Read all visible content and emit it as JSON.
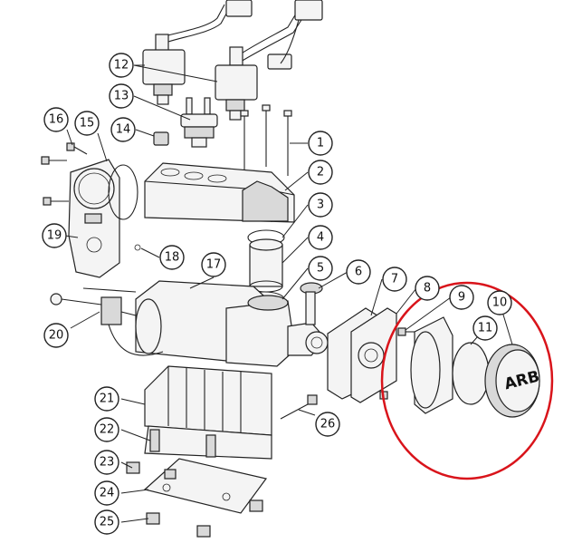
{
  "diagram": {
    "callouts": [
      {
        "id": "1",
        "label": "1"
      },
      {
        "id": "2",
        "label": "2"
      },
      {
        "id": "3",
        "label": "3"
      },
      {
        "id": "4",
        "label": "4"
      },
      {
        "id": "5",
        "label": "5"
      },
      {
        "id": "6",
        "label": "6"
      },
      {
        "id": "7",
        "label": "7"
      },
      {
        "id": "8",
        "label": "8"
      },
      {
        "id": "9",
        "label": "9"
      },
      {
        "id": "10",
        "label": "10"
      },
      {
        "id": "11",
        "label": "11"
      },
      {
        "id": "12",
        "label": "12"
      },
      {
        "id": "13",
        "label": "13"
      },
      {
        "id": "14",
        "label": "14"
      },
      {
        "id": "15",
        "label": "15"
      },
      {
        "id": "16",
        "label": "16"
      },
      {
        "id": "17",
        "label": "17"
      },
      {
        "id": "18",
        "label": "18"
      },
      {
        "id": "19",
        "label": "19"
      },
      {
        "id": "20",
        "label": "20"
      },
      {
        "id": "21",
        "label": "21"
      },
      {
        "id": "22",
        "label": "22"
      },
      {
        "id": "23",
        "label": "23"
      },
      {
        "id": "24",
        "label": "24"
      },
      {
        "id": "25",
        "label": "25"
      },
      {
        "id": "26",
        "label": "26"
      }
    ],
    "cap_logo": "ARB",
    "highlight_color": "#d9141b"
  }
}
